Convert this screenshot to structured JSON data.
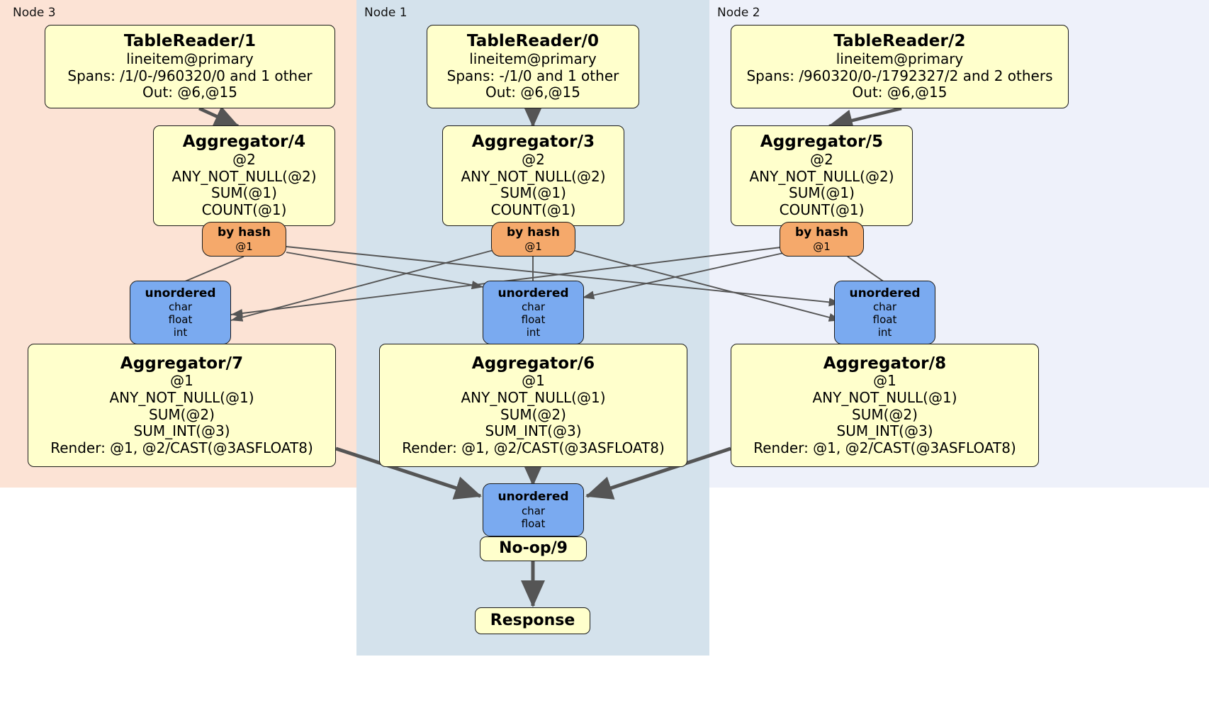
{
  "diagram": {
    "title": "Distributed SQL query plan",
    "colors": {
      "proc_fill": "#ffffcc",
      "router_fill": "#f5a96b",
      "sync_fill": "#7aaaf0",
      "node3_band": "#fce3d5",
      "node1_band": "#d4e2ec",
      "node2_band": "#eef1fa",
      "edge": "#555555",
      "border": "#1a1a1a"
    }
  },
  "bands": [
    {
      "id": "node3",
      "label": "Node 3",
      "fill": "#fce3d5"
    },
    {
      "id": "node1",
      "label": "Node 1",
      "fill": "#d4e2ec"
    },
    {
      "id": "node2",
      "label": "Node 2",
      "fill": "#eef1fa"
    }
  ],
  "readers": {
    "tr1": {
      "title": "TableReader/1",
      "lines": [
        "lineitem@primary",
        "Spans: /1/0-/960320/0 and 1 other",
        "Out: @6,@15"
      ]
    },
    "tr0": {
      "title": "TableReader/0",
      "lines": [
        "lineitem@primary",
        "Spans: -/1/0 and 1 other",
        "Out: @6,@15"
      ]
    },
    "tr2": {
      "title": "TableReader/2",
      "lines": [
        "lineitem@primary",
        "Spans: /960320/0-/1792327/2 and 2 others",
        "Out: @6,@15"
      ]
    }
  },
  "aggregators_stage1": {
    "agg4": {
      "title": "Aggregator/4",
      "lines": [
        "@2",
        "ANY_NOT_NULL(@2)",
        "SUM(@1)",
        "COUNT(@1)"
      ]
    },
    "agg3": {
      "title": "Aggregator/3",
      "lines": [
        "@2",
        "ANY_NOT_NULL(@2)",
        "SUM(@1)",
        "COUNT(@1)"
      ]
    },
    "agg5": {
      "title": "Aggregator/5",
      "lines": [
        "@2",
        "ANY_NOT_NULL(@2)",
        "SUM(@1)",
        "COUNT(@1)"
      ]
    }
  },
  "routers": {
    "r_left": {
      "title": "by hash",
      "lines": [
        "@1"
      ]
    },
    "r_middle": {
      "title": "by hash",
      "lines": [
        "@1"
      ]
    },
    "r_right": {
      "title": "by hash",
      "lines": [
        "@1"
      ]
    }
  },
  "synchronizers": {
    "s_left": {
      "title": "unordered",
      "lines": [
        "char",
        "float",
        "int"
      ]
    },
    "s_middle": {
      "title": "unordered",
      "lines": [
        "char",
        "float",
        "int"
      ]
    },
    "s_right": {
      "title": "unordered",
      "lines": [
        "char",
        "float",
        "int"
      ]
    },
    "s_final": {
      "title": "unordered",
      "lines": [
        "char",
        "float"
      ]
    }
  },
  "aggregators_stage2": {
    "agg7": {
      "title": "Aggregator/7",
      "lines": [
        "@1",
        "ANY_NOT_NULL(@1)",
        "SUM(@2)",
        "SUM_INT(@3)",
        "Render: @1, @2/CAST(@3ASFLOAT8)"
      ]
    },
    "agg6": {
      "title": "Aggregator/6",
      "lines": [
        "@1",
        "ANY_NOT_NULL(@1)",
        "SUM(@2)",
        "SUM_INT(@3)",
        "Render: @1, @2/CAST(@3ASFLOAT8)"
      ]
    },
    "agg8": {
      "title": "Aggregator/8",
      "lines": [
        "@1",
        "ANY_NOT_NULL(@1)",
        "SUM(@2)",
        "SUM_INT(@3)",
        "Render: @1, @2/CAST(@3ASFLOAT8)"
      ]
    }
  },
  "terminal": {
    "noop": {
      "title": "No-op/9"
    },
    "response": {
      "title": "Response"
    }
  }
}
